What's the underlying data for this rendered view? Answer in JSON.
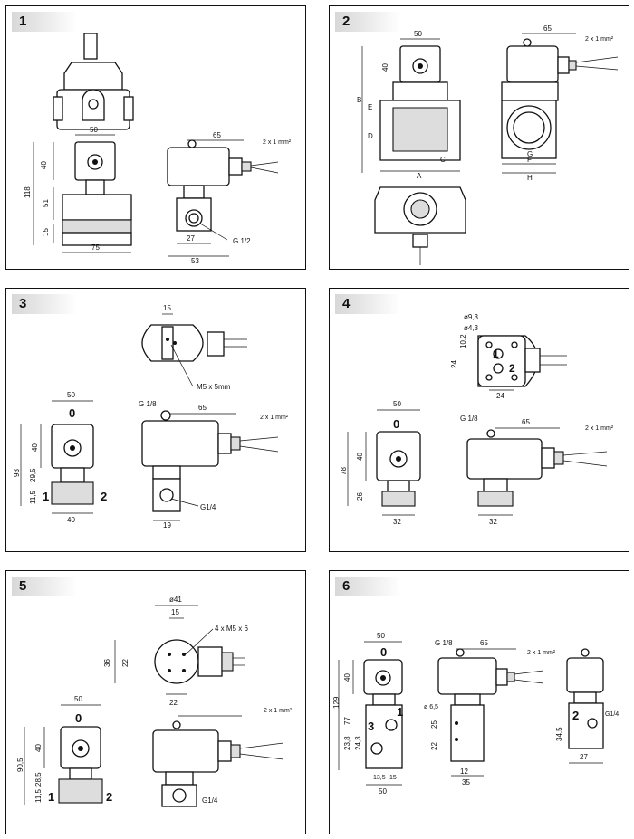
{
  "panels": [
    {
      "num": "1",
      "labels": {
        "d50": "50",
        "d40": "40",
        "d118": "118",
        "d51": "51",
        "d15": "15",
        "d75": "75",
        "d65": "65",
        "cable": "2 x 1 mm²",
        "d27": "27",
        "d53": "53",
        "thread": "G 1/2"
      }
    },
    {
      "num": "2",
      "labels": {
        "d50": "50",
        "d40": "40",
        "B": "B",
        "E": "E",
        "D": "D",
        "A": "A",
        "C": "C",
        "d65": "65",
        "cable": "2 x 1 mm²",
        "G": "G",
        "F": "F",
        "H": "H"
      }
    },
    {
      "num": "3",
      "labels": {
        "d15": "15",
        "screw": "M5 x 5mm",
        "d50": "50",
        "port0": "0",
        "d40": "40",
        "d93": "93",
        "d29": "29,5",
        "d11": "11,5",
        "port1": "1",
        "port2": "2",
        "d40b": "40",
        "g18": "G 1/8",
        "d65": "65",
        "cable": "2 x 1 mm²",
        "g14": "G1/4",
        "d19": "19"
      }
    },
    {
      "num": "4",
      "labels": {
        "phi93": "ø9,3",
        "phi43": "ø4,3",
        "d102": "10,2",
        "d24": "24",
        "d24b": "24",
        "p1": "1",
        "p2": "2",
        "d50": "50",
        "port0": "0",
        "d40": "40",
        "d78": "78",
        "d26": "26",
        "d32": "32",
        "g18": "G 1/8",
        "d65": "65",
        "cable": "2 x 1 mm²",
        "d32b": "32"
      }
    },
    {
      "num": "5",
      "labels": {
        "phi41": "ø41",
        "d15": "15",
        "d36": "36",
        "d22": "22",
        "d22b": "22",
        "screws": "4 x M5 x 6",
        "d50": "50",
        "port0": "0",
        "d40": "40",
        "d905": "90,5",
        "d285": "28,5",
        "d115": "11,5",
        "port1": "1",
        "port2": "2",
        "cable": "2 x 1 mm²",
        "g14": "G1/4"
      }
    },
    {
      "num": "6",
      "labels": {
        "d50": "50",
        "port0": "0",
        "d40": "40",
        "d129": "129",
        "d77": "77",
        "d38": "23,8",
        "d243": "24,3",
        "port1": "1",
        "port3": "3",
        "d135": "13,5",
        "d15": "15",
        "d50b": "50",
        "g18": "G 1/8",
        "d65": "65",
        "cable": "2 x 1 mm²",
        "phi65": "ø 6,5",
        "d25": "25",
        "d22": "22",
        "d12": "12",
        "d35": "35",
        "g14": "G1/4",
        "port2": "2",
        "d345": "34,5",
        "d27": "27"
      }
    }
  ]
}
